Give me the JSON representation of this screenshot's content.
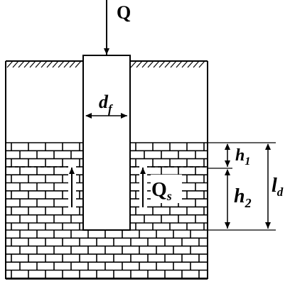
{
  "labels": {
    "load": "Q",
    "diameter": "d",
    "diameter_sub": "f",
    "shaft": "Q",
    "shaft_sub": "s",
    "h1": "h",
    "h1_sub": "1",
    "h2": "h",
    "h2_sub": "2",
    "ld": "l",
    "ld_sub": "d"
  },
  "colors": {
    "ink": "#000000",
    "paper": "#ffffff"
  }
}
